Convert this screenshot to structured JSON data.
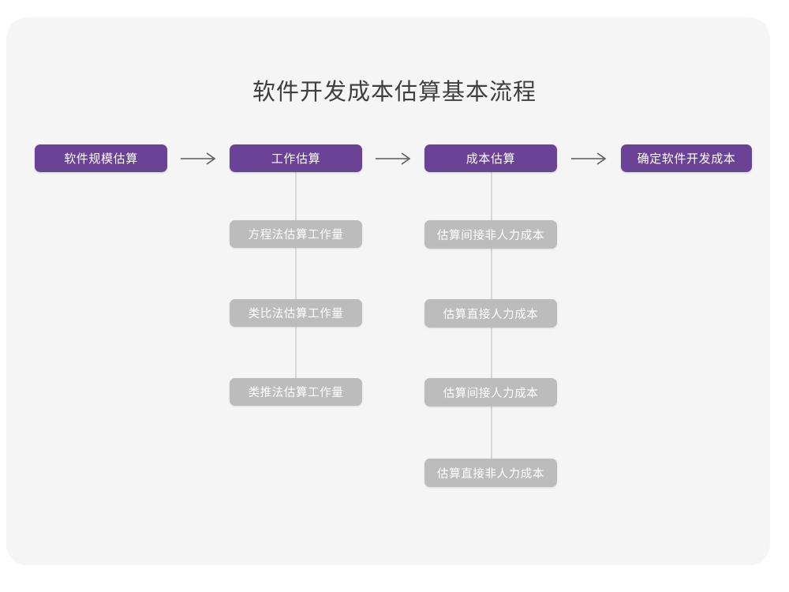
{
  "diagram": {
    "title": "软件开发成本估算基本流程",
    "colors": {
      "page_background": "#ffffff",
      "panel_background": "#f5f5f5",
      "primary_node": "#6a4296",
      "secondary_node": "#bcbcbc",
      "node_text": "#ffffff",
      "title_text": "#3f3f3f",
      "connector_line": "#d8d8d8",
      "arrow": "#5a5a5a"
    },
    "main_flow": [
      {
        "label": "软件规模估算"
      },
      {
        "label": "工作估算"
      },
      {
        "label": "成本估算"
      },
      {
        "label": "确定软件开发成本"
      }
    ],
    "arrows": [
      {
        "name": "arrow-1",
        "from": "软件规模估算",
        "to": "工作估算"
      },
      {
        "name": "arrow-2",
        "from": "工作估算",
        "to": "成本估算"
      },
      {
        "name": "arrow-3",
        "from": "成本估算",
        "to": "确定软件开发成本"
      }
    ],
    "branches": [
      {
        "parent": "工作估算",
        "children": [
          {
            "label": "方程法估算工作量"
          },
          {
            "label": "类比法估算工作量"
          },
          {
            "label": "类推法估算工作量"
          }
        ]
      },
      {
        "parent": "成本估算",
        "children": [
          {
            "label": "估算间接非人力成本"
          },
          {
            "label": "估算直接人力成本"
          },
          {
            "label": "估算间接人力成本"
          },
          {
            "label": "估算直接非人力成本"
          }
        ]
      }
    ]
  }
}
